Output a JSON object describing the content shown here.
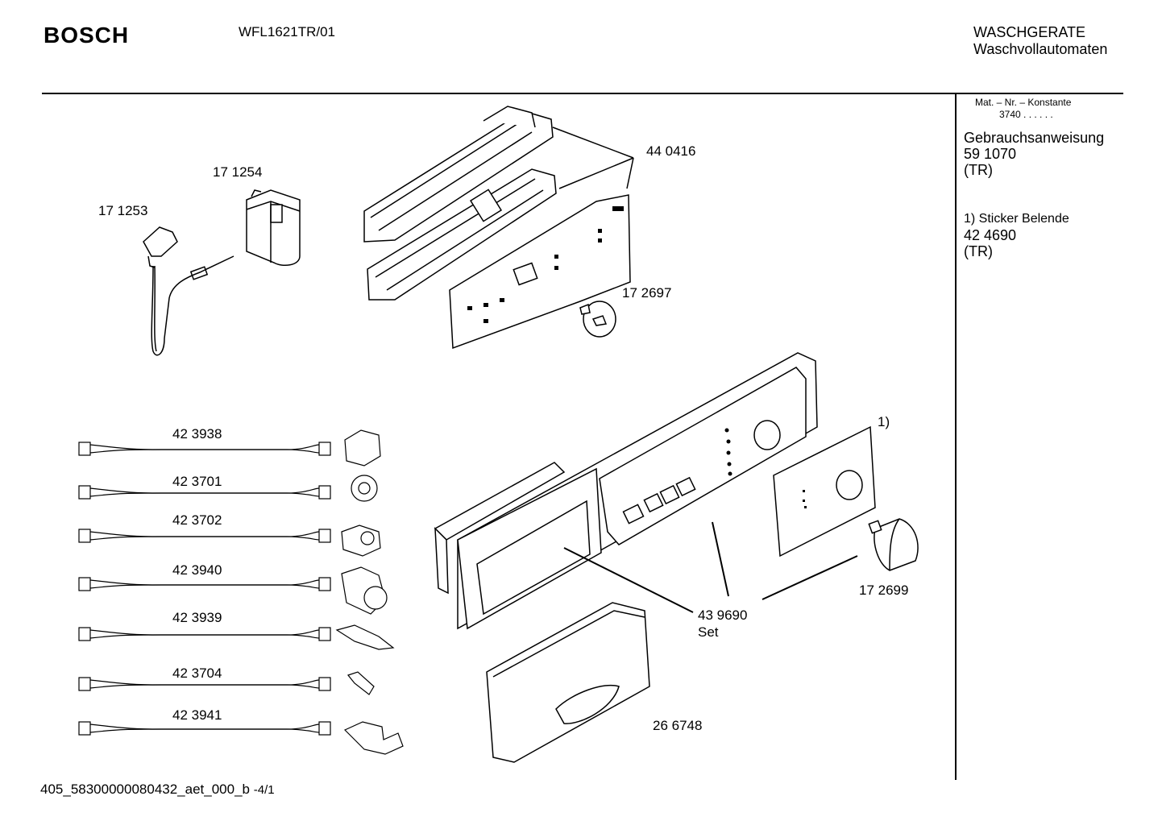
{
  "header": {
    "brand": "BOSCH",
    "model": "WFL1621TR/01",
    "category_line1": "WASCHGERATE",
    "category_line2": "Waschvollautomaten"
  },
  "sidebar": {
    "mat_label": "Mat. – Nr. – Konstante",
    "mat_value": "3740 .  .  .  .  .  .",
    "manual_title": "Gebrauchsanweisung",
    "manual_number": "59 1070",
    "manual_lang": "(TR)",
    "sticker_title": "1) Sticker Belende",
    "sticker_number": "42 4690",
    "sticker_lang": "(TR)"
  },
  "parts": {
    "p171253": "17 1253",
    "p171254": "17 1254",
    "p440416": "44 0416",
    "p172697": "17 2697",
    "p423938": "42 3938",
    "p423701": "42 3701",
    "p423702": "42 3702",
    "p423940": "42 3940",
    "p423939": "42 3939",
    "p423704": "42 3704",
    "p423941": "42 3941",
    "p439690": "43 9690",
    "p439690_sub": "Set",
    "p172699": "17 2699",
    "p266748": "26 6748",
    "ref1": "1)"
  },
  "footer": {
    "code": "405_58300000080432_aet_000_b",
    "page": "-4/1"
  }
}
